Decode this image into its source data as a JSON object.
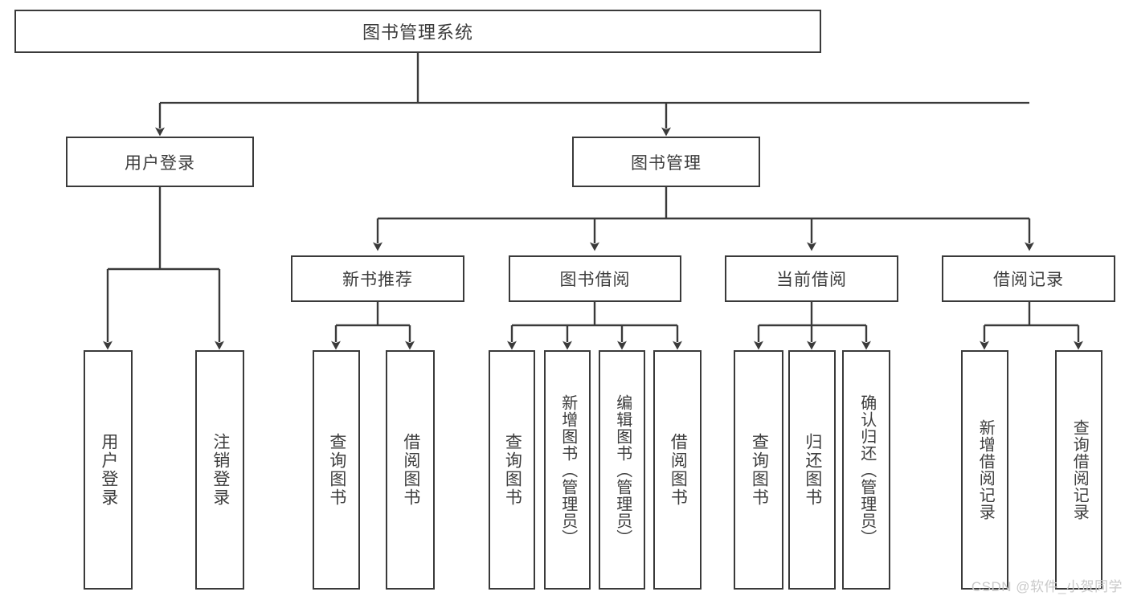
{
  "diagram": {
    "type": "tree-hierarchy",
    "title": "图书管理系统",
    "orientation": "top-down",
    "root": {
      "label": "图书管理系统"
    },
    "level2": [
      {
        "label": "用户登录"
      },
      {
        "label": "图书管理"
      }
    ],
    "level3": [
      {
        "label": "新书推荐"
      },
      {
        "label": "图书借阅"
      },
      {
        "label": "当前借阅"
      },
      {
        "label": "借阅记录"
      }
    ],
    "leaves": {
      "user_login": [
        {
          "label": "用户登录"
        },
        {
          "label": "注销登录"
        }
      ],
      "new_book_recommend": [
        {
          "label": "查询图书"
        },
        {
          "label": "借阅图书"
        }
      ],
      "book_borrow": [
        {
          "label": "查询图书"
        },
        {
          "label": "新增图书（管理员）"
        },
        {
          "label": "编辑图书（管理员）"
        },
        {
          "label": "借阅图书"
        }
      ],
      "current_borrow": [
        {
          "label": "查询图书"
        },
        {
          "label": "归还图书"
        },
        {
          "label": "确认归还（管理员）"
        }
      ],
      "borrow_record": [
        {
          "label": "新增借阅记录"
        },
        {
          "label": "查询借阅记录"
        }
      ]
    }
  },
  "watermark": {
    "text": "CSDN @软件_小贺同学"
  },
  "colors": {
    "stroke": "#3a3a3a",
    "box_fill": "#ffffff",
    "text": "#3d3d3d",
    "watermark": "#c9c9c9",
    "background": "#ffffff"
  }
}
